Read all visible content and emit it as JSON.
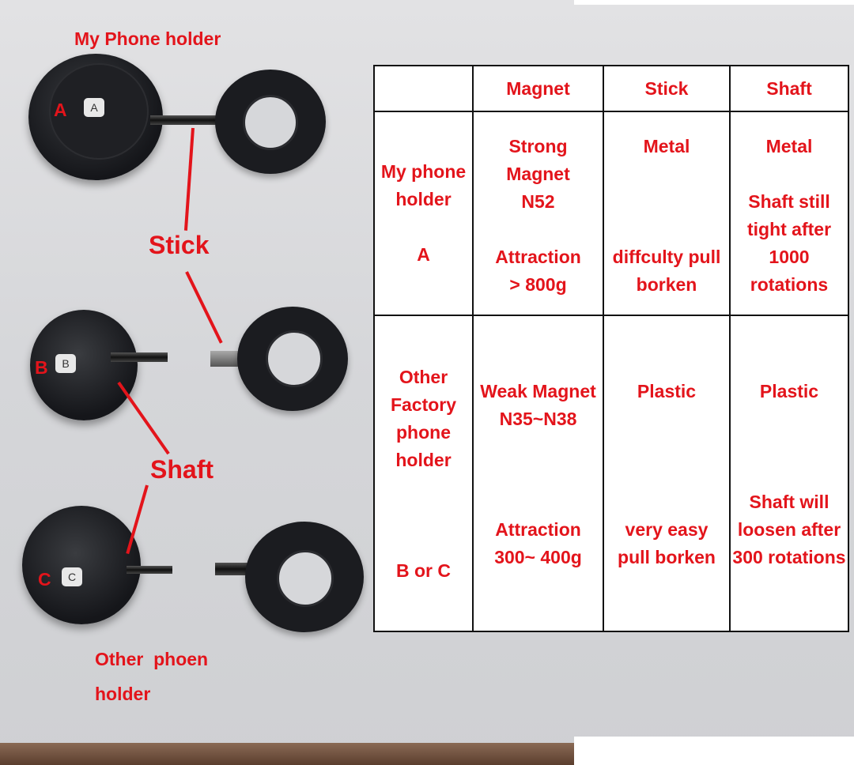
{
  "labels": {
    "my_holder": "My Phone holder",
    "a": "A",
    "b": "B",
    "c": "C",
    "stick": "Stick",
    "shaft": "Shaft",
    "other": "Other  phoen\nholder"
  },
  "keys": {
    "a": "A",
    "b": "B",
    "c": "C"
  },
  "table": {
    "headers": [
      "",
      "Magnet",
      "Stick",
      "Shaft"
    ],
    "rows": [
      [
        "My phone\nholder\n\nA",
        "Strong\nMagnet\nN52\n\nAttraction\n >  800g",
        "Metal\n\n\n\ndiffculty pull\nborken",
        "Metal\n\nShaft still\ntight after\n1000\nrotations"
      ],
      [
        "Other\nFactory\nphone\nholder\n\n\n\nB or C",
        "Weak Magnet\nN35~N38\n\n\n\nAttraction\n300~ 400g",
        "Plastic\n\n\n\n\nvery easy\npull borken",
        "Plastic\n\n\n\nShaft will\nloosen after\n300 rotations"
      ]
    ]
  },
  "colors": {
    "annotation": "#e3141b"
  }
}
